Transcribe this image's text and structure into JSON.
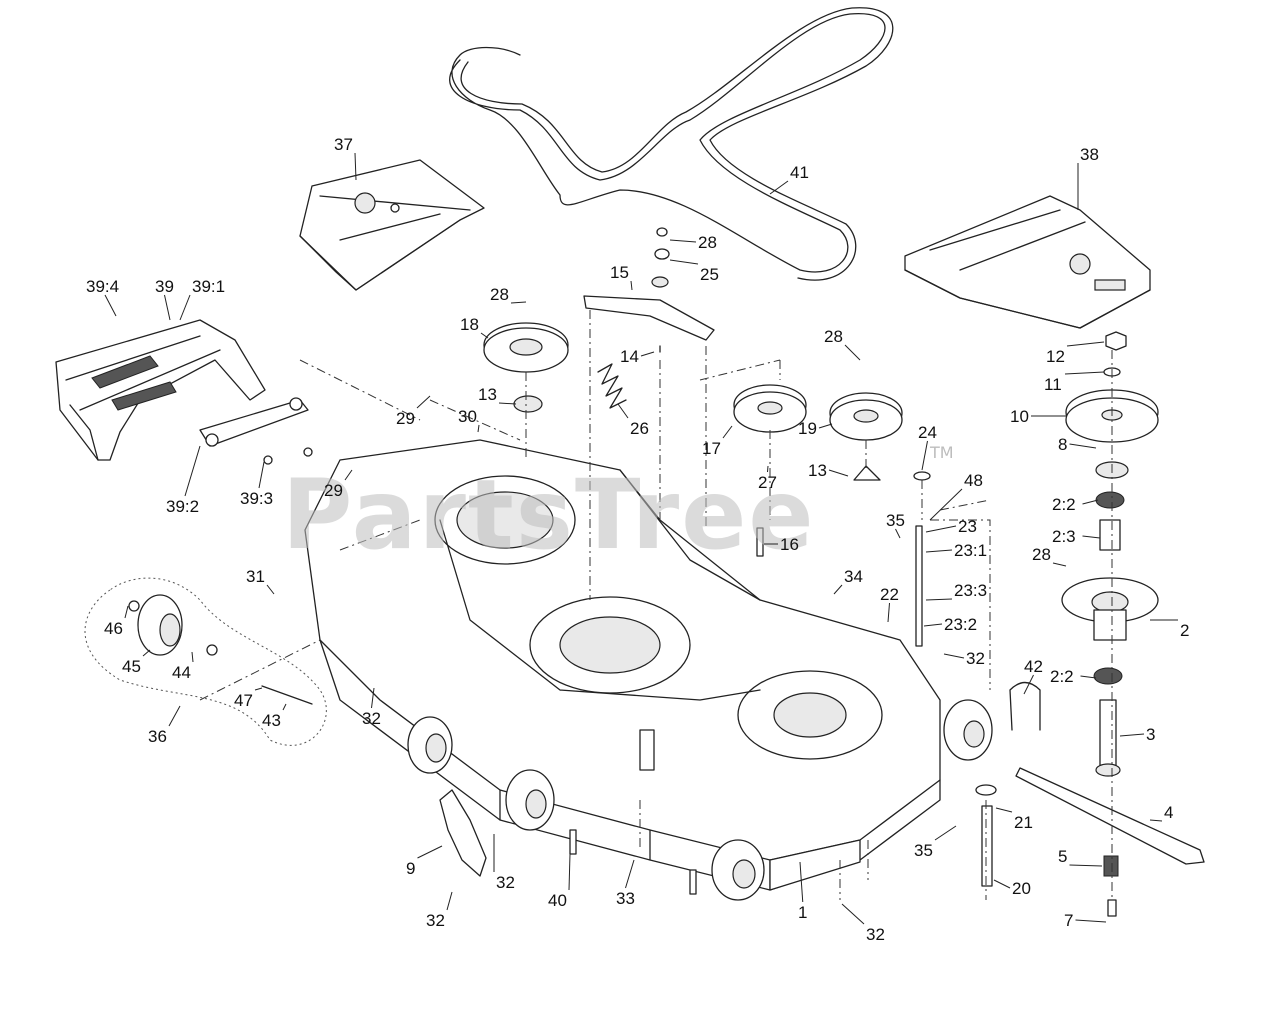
{
  "watermark": {
    "text": "PartsTree",
    "trademark": "TM"
  },
  "callouts": [
    "1",
    "2",
    "2:2",
    "2:3",
    "3",
    "4",
    "5",
    "7",
    "8",
    "9",
    "10",
    "11",
    "12",
    "13",
    "14",
    "15",
    "16",
    "17",
    "18",
    "19",
    "20",
    "21",
    "22",
    "23",
    "23:1",
    "23:2",
    "23:3",
    "24",
    "25",
    "26",
    "27",
    "28",
    "29",
    "30",
    "31",
    "32",
    "33",
    "34",
    "35",
    "36",
    "37",
    "38",
    "39",
    "39:1",
    "39:2",
    "39:3",
    "39:4",
    "40",
    "41",
    "42",
    "43",
    "44",
    "45",
    "46",
    "47",
    "48"
  ]
}
